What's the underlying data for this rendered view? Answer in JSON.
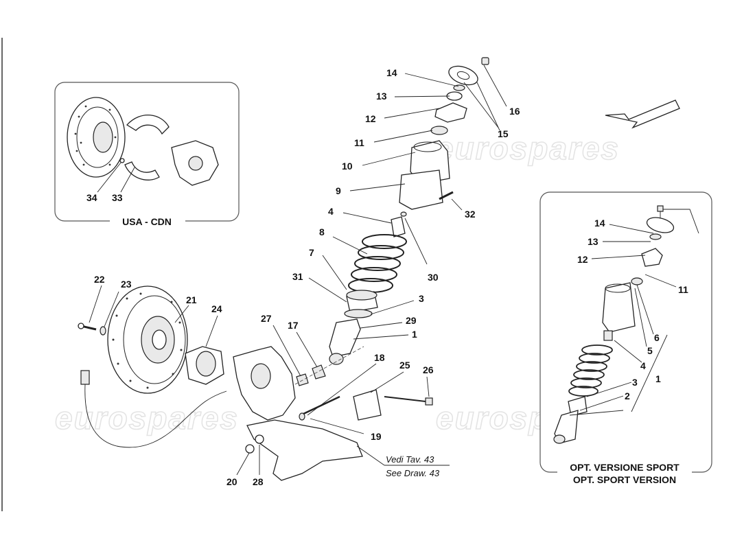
{
  "watermark": [
    "eurospares",
    "eurospares",
    "eurospares",
    "eurospares"
  ],
  "inset_usa": {
    "caption": "USA - CDN",
    "labels": [
      "34",
      "33"
    ]
  },
  "inset_sport": {
    "caption_line1": "OPT. VERSIONE SPORT",
    "caption_line2": "OPT. SPORT VERSION",
    "labels": [
      "14",
      "13",
      "12",
      "11",
      "6",
      "5",
      "4",
      "3",
      "2",
      "1"
    ]
  },
  "note": {
    "line1": "Vedi Tav. 43",
    "line2": "See Draw. 43"
  },
  "callouts": [
    "14",
    "13",
    "12",
    "11",
    "10",
    "9",
    "4",
    "8",
    "7",
    "31",
    "3",
    "29",
    "1",
    "16",
    "15",
    "32",
    "30",
    "22",
    "23",
    "21",
    "24",
    "27",
    "17",
    "18",
    "25",
    "26",
    "19",
    "20",
    "28"
  ]
}
